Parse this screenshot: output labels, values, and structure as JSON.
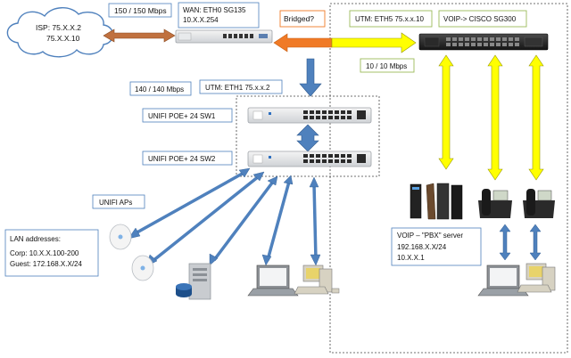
{
  "isp": {
    "title": "ISP:  75.X.X.2",
    "line2": "75.X.X.10"
  },
  "wan_speed": "150 / 150 Mbps",
  "wan": {
    "line1": "WAN: ETH0  SG135",
    "line2": "10.X.X.254"
  },
  "bridged": "Bridged?",
  "utm_eth5": "UTM: ETH5  75.x.x.10",
  "voip_switch": "VOIP-> CISCO SG300",
  "voip_speed": "10 / 10 Mbps",
  "lan_speed": "140 / 140 Mbps",
  "utm_eth1": "UTM: ETH1  75.x.x.2",
  "sw1_label": "UNIFI POE+ 24 SW1",
  "sw2_label": "UNIFI POE+ 24 SW2",
  "aps_label": "UNIFI APs",
  "lan": {
    "title": "LAN addresses:",
    "corp": "Corp: 10.X.X.100-200",
    "guest": "Guest: 172.168.X.X/24"
  },
  "voip_server": {
    "title": "VOIP – \"PBX\" server",
    "line2": "192.168.X.X/24",
    "line3": "10.X.X.1"
  },
  "colors": {
    "blue_arrow": "#4f81bd",
    "yellow_arrow": "#ffff00",
    "orange_arrow": "#f07a26",
    "brown_arrow": "#c0713f"
  }
}
